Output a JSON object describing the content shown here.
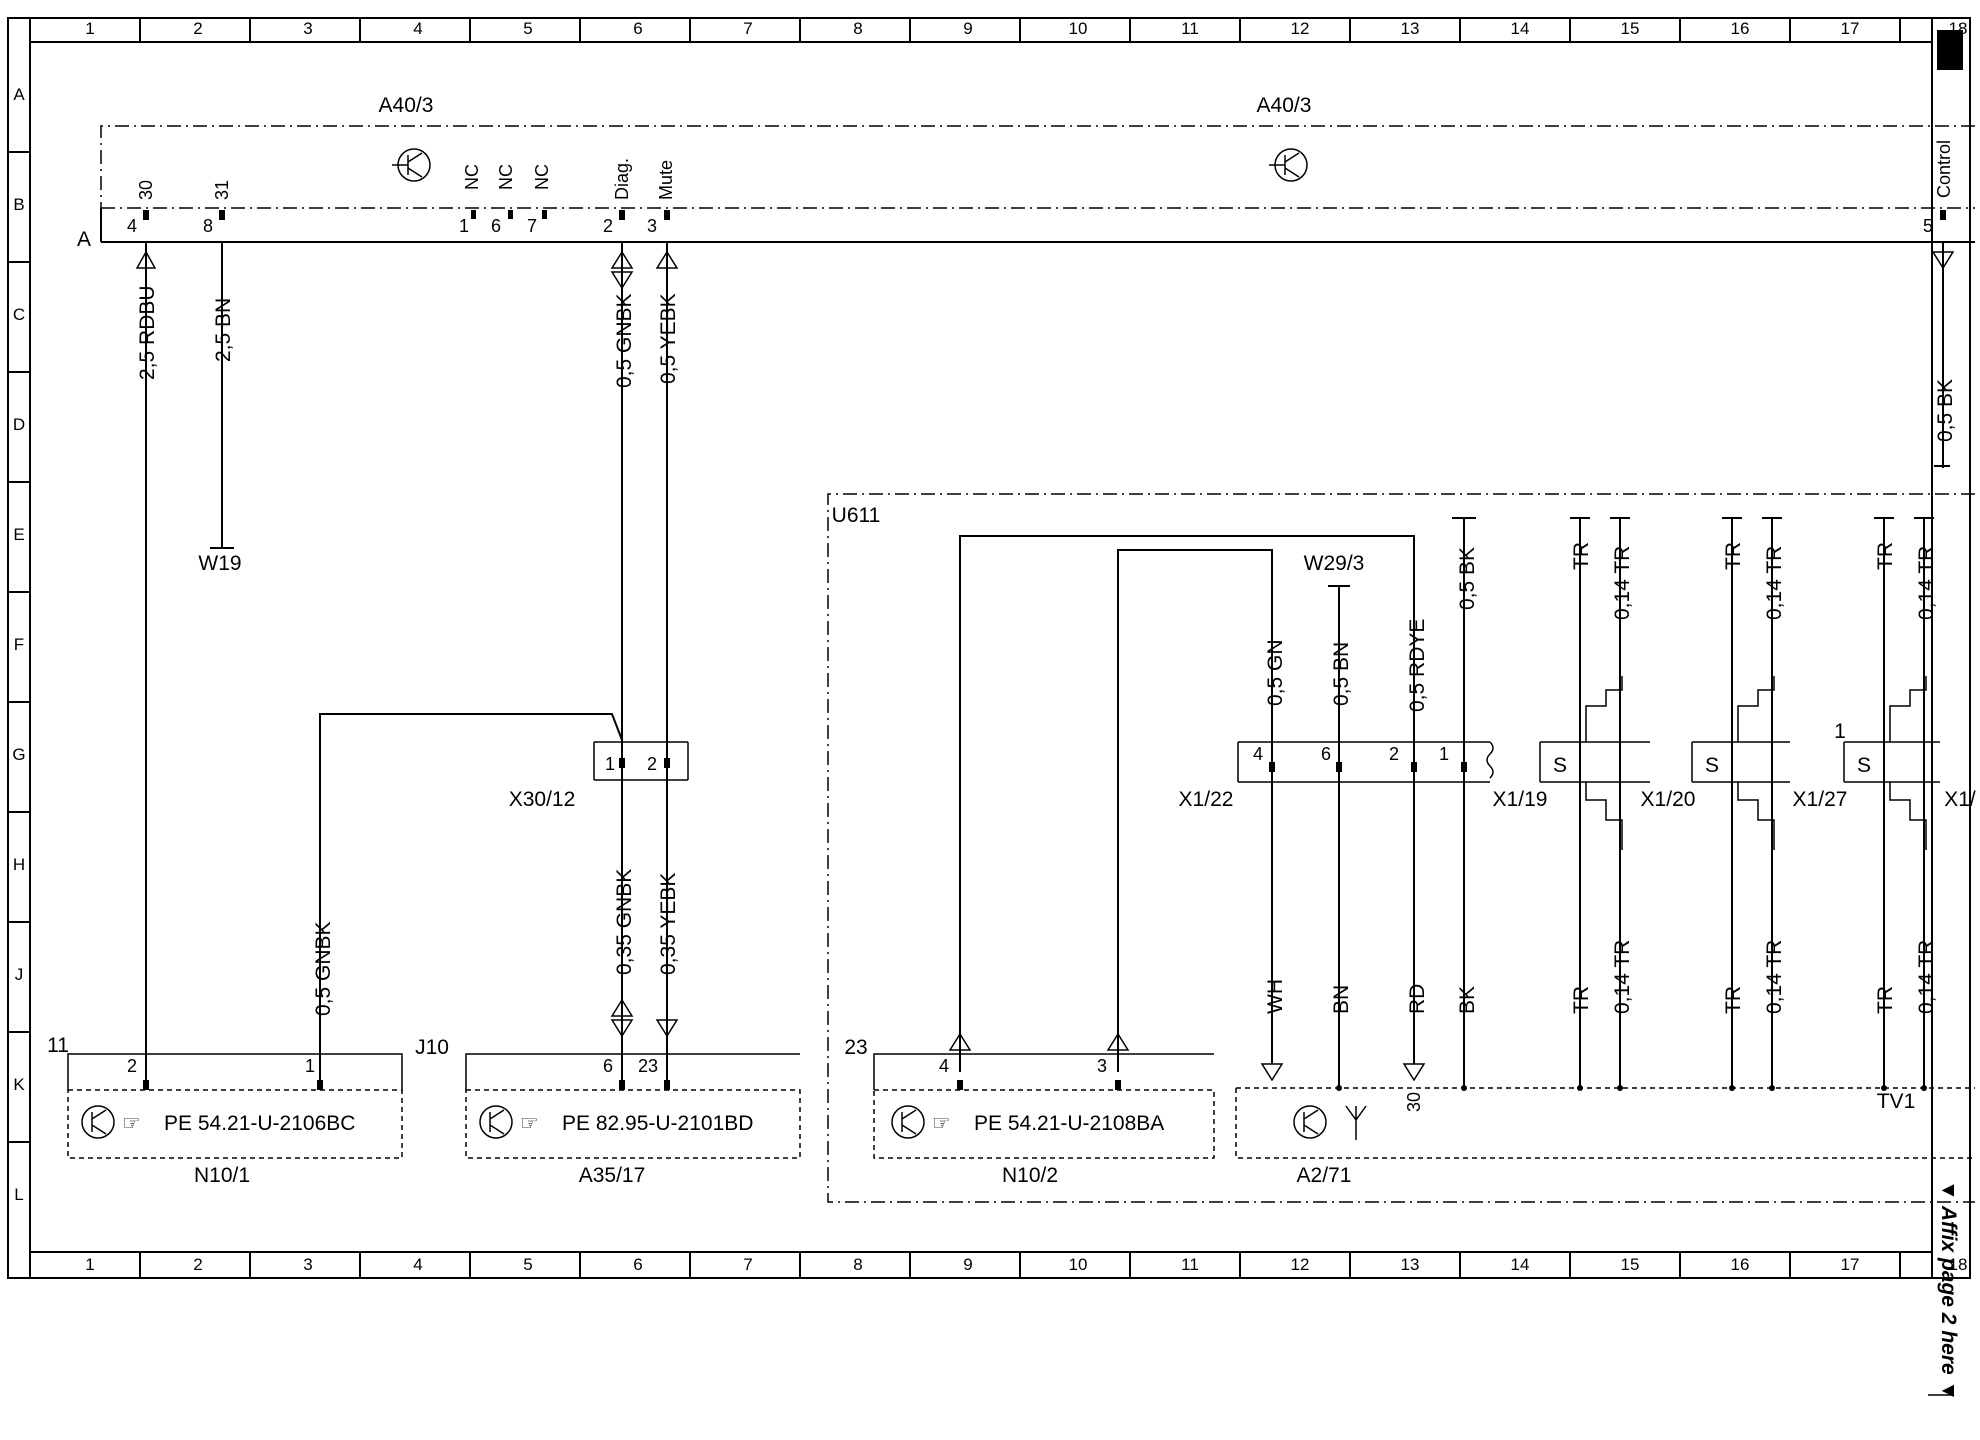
{
  "frame": {
    "columns": [
      "1",
      "2",
      "3",
      "4",
      "5",
      "6",
      "7",
      "8",
      "9",
      "10",
      "11",
      "12",
      "13",
      "14",
      "15",
      "16",
      "17",
      "18"
    ],
    "rows": [
      "A",
      "B",
      "C",
      "D",
      "E",
      "F",
      "G",
      "H",
      "J",
      "K",
      "L"
    ],
    "side_note": "▼ Affix page 2 here ▼"
  },
  "components": {
    "a40_left": "A40/3",
    "a40_right": "A40/3",
    "a40_conn_letter": "A",
    "u611": "U611",
    "w19": "W19",
    "w29_3": "W29/3",
    "x30_12": "X30/12",
    "x1_22": "X1/22",
    "x1_19": "X1/19",
    "x1_20": "X1/20",
    "x1_27": "X1/27",
    "x1_cut": "X1/",
    "n10_1": "N10/1",
    "a35_17": "A35/17",
    "n10_2": "N10/2",
    "a2_71": "A2/71",
    "tv1": "TV1",
    "n10_1_ref": "PE 54.21-U-2106BC",
    "a35_17_ref": "PE 82.95-U-2101BD",
    "n10_2_ref": "PE 54.21-U-2108BA",
    "n10_1_left": "11",
    "n10_1_right": "J10",
    "n10_2_left": "23"
  },
  "a40_pins": [
    {
      "name": "30",
      "num": "4"
    },
    {
      "name": "31",
      "num": "8"
    },
    {
      "name": "NC",
      "num": "1"
    },
    {
      "name": "NC",
      "num": "6"
    },
    {
      "name": "NC",
      "num": "7"
    },
    {
      "name": "Diag.",
      "num": "2"
    },
    {
      "name": "Mute",
      "num": "3"
    },
    {
      "name": "Control",
      "num": "5"
    }
  ],
  "wires": {
    "w1": "2,5 RDBU",
    "w2": "2,5 BN",
    "w3": "0,5 GNBK",
    "w4": "0,5 YEBK",
    "w5": "0,5 BK",
    "w6": "0,5 GNBK",
    "w7": "0,35 GNBK",
    "w8": "0,35 YEBK",
    "w9": "0,5 GN",
    "w10": "0,5 BN",
    "w11": "0,5 RDYE",
    "w12": "0,5 BK",
    "c1": "WH",
    "c2": "BN",
    "c3": "RD",
    "c4": "BK"
  },
  "twisted": {
    "tr": "TR",
    "tr014": "0,14 TR",
    "s": "S",
    "one": "1"
  },
  "pins": {
    "x30_1": "1",
    "x30_2": "2",
    "x1_22_a": "4",
    "x1_22_b": "6",
    "x1_22_c": "2",
    "x1_22_d": "1",
    "n10_1_a": "2",
    "n10_1_b": "1",
    "a35_a": "6",
    "a35_b": "23",
    "n10_2_a": "4",
    "n10_2_b": "3",
    "a2_30": "30"
  }
}
